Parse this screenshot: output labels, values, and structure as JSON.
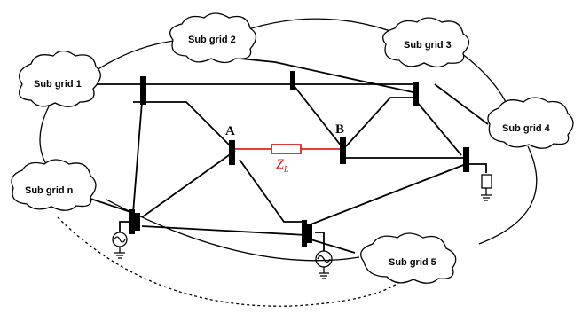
{
  "diagram": {
    "subgrids": {
      "g1": "Sub grid 1",
      "g2": "Sub grid 2",
      "g3": "Sub grid 3",
      "g4": "Sub grid 4",
      "gn": "Sub grid n",
      "g5": "Sub grid 5"
    },
    "nodes": {
      "a": "A",
      "b": "B"
    },
    "impedance": {
      "symbol": "Z",
      "subscript": "L",
      "color": "#e02020"
    }
  }
}
